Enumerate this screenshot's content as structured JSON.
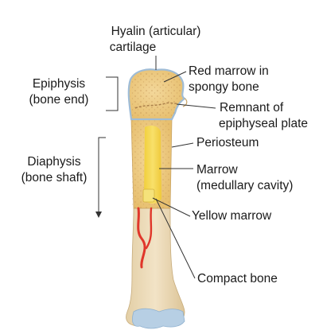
{
  "labels": {
    "hyaline": [
      "Hyalin (articular)",
      "cartilage"
    ],
    "red_marrow": [
      "Red marrow in",
      "spongy bone"
    ],
    "epiphyseal": [
      "Remnant of",
      "epiphyseal plate"
    ],
    "periosteum": "Periosteum",
    "marrow": [
      "Marrow",
      "(medullary cavity)"
    ],
    "yellow_marrow": "Yellow marrow",
    "compact_bone": "Compact bone",
    "epiphysis": [
      "Epiphysis",
      "(bone end)"
    ],
    "diaphysis": [
      "Diaphysis",
      "(bone shaft)"
    ]
  },
  "colors": {
    "spongy": "#f0cf88",
    "compact_shaft": "#ead9b6",
    "medullary": "#f6d94f",
    "cartilage": "#b7cfe4",
    "artery": "#e0362a",
    "yellow_marrow": "#f5e27a",
    "line": "#333333"
  }
}
